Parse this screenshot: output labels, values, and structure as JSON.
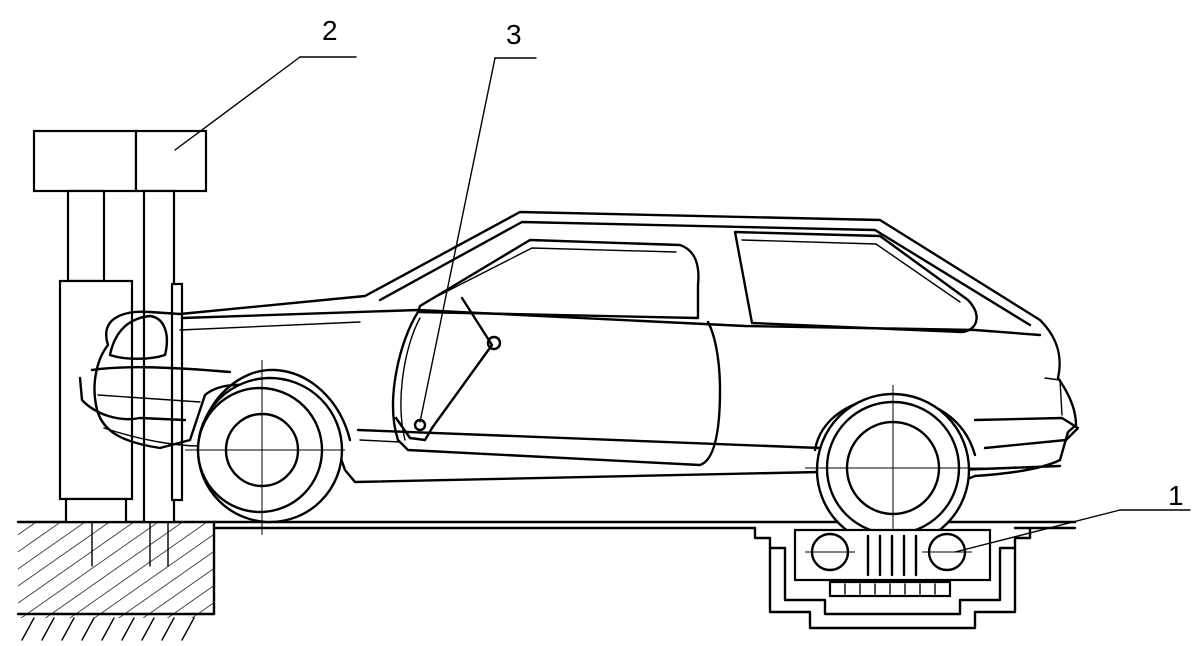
{
  "callouts": [
    {
      "id": "roller-stand",
      "label": "1"
    },
    {
      "id": "pusher-column",
      "label": "2"
    },
    {
      "id": "door-linkage",
      "label": "3"
    }
  ],
  "colors": {
    "line": "#000000",
    "background": "#ffffff",
    "hatch": "#000000"
  }
}
